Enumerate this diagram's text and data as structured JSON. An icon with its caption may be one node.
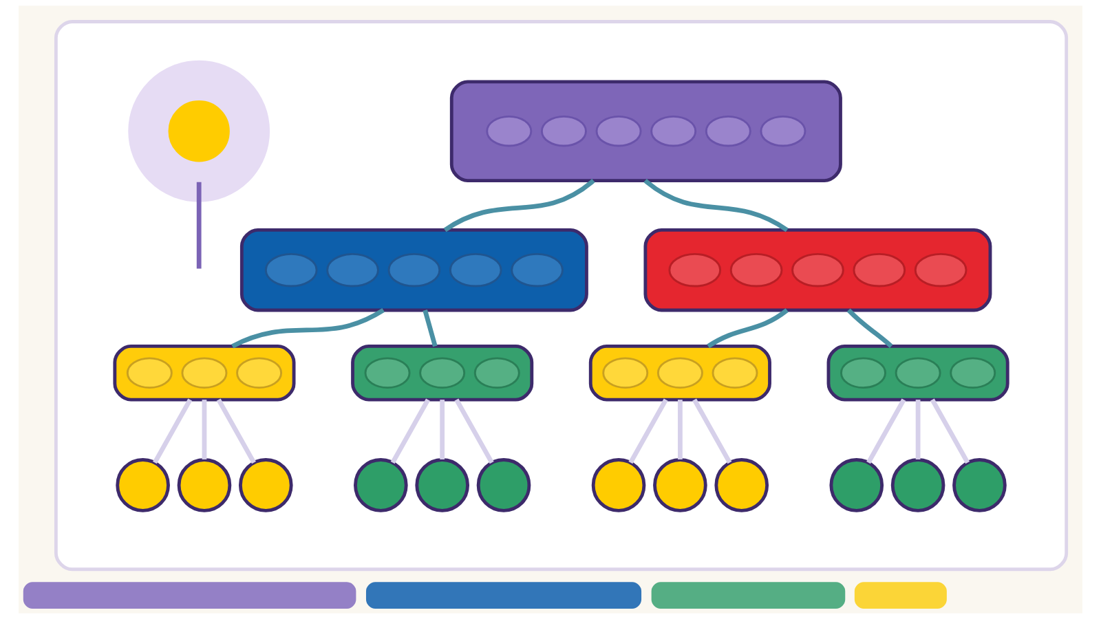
{
  "diagram": {
    "nodes": [
      {
        "text": [],
        "shape": "box"
      },
      {
        "text": [],
        "shape": "box",
        "in": 0
      },
      {
        "text": [],
        "shape": "ellipse",
        "in": 1
      },
      {
        "text": [],
        "shape": "ellipse",
        "in": 1
      },
      {
        "text": [],
        "shape": "ellipse",
        "in": 1
      },
      {
        "text": [],
        "shape": "ellipse",
        "in": 1
      },
      {
        "text": [],
        "shape": "ellipse",
        "in": 1
      },
      {
        "text": [],
        "shape": "ellipse",
        "in": 1
      },
      {
        "text": [],
        "shape": "box",
        "in": 0
      },
      {
        "text": [],
        "shape": "ellipse",
        "in": 8
      },
      {
        "text": [],
        "shape": "ellipse",
        "in": 8
      },
      {
        "text": [],
        "shape": "ellipse",
        "in": 8
      },
      {
        "text": [],
        "shape": "ellipse",
        "in": 8
      },
      {
        "text": [],
        "shape": "ellipse",
        "in": 8
      },
      {
        "text": [],
        "shape": "box",
        "in": 0
      },
      {
        "text": [],
        "shape": "ellipse",
        "in": 14
      },
      {
        "text": [],
        "shape": "ellipse",
        "in": 14
      },
      {
        "text": [],
        "shape": "ellipse",
        "in": 14
      },
      {
        "text": [],
        "shape": "ellipse",
        "in": 14
      },
      {
        "text": [],
        "shape": "ellipse",
        "in": 14
      },
      {
        "text": [],
        "shape": "box",
        "in": 0
      },
      {
        "text": [],
        "shape": "ellipse",
        "in": 20
      },
      {
        "text": [],
        "shape": "ellipse",
        "in": 20
      },
      {
        "text": [],
        "shape": "ellipse",
        "in": 20
      },
      {
        "text": [],
        "shape": "box",
        "in": 0
      },
      {
        "text": [],
        "shape": "ellipse",
        "in": 24
      },
      {
        "text": [],
        "shape": "ellipse",
        "in": 24
      },
      {
        "text": [],
        "shape": "ellipse",
        "in": 24
      },
      {
        "text": [],
        "shape": "box",
        "in": 0
      },
      {
        "text": [],
        "shape": "ellipse",
        "in": 28
      },
      {
        "text": [],
        "shape": "ellipse",
        "in": 28
      },
      {
        "text": [],
        "shape": "ellipse",
        "in": 28
      },
      {
        "text": [],
        "shape": "box",
        "in": 0
      },
      {
        "text": [],
        "shape": "ellipse",
        "in": 32
      },
      {
        "text": [],
        "shape": "ellipse",
        "in": 32
      },
      {
        "text": [],
        "shape": "ellipse",
        "in": 32
      },
      {
        "text": [],
        "shape": "circle",
        "in": 0
      },
      {
        "text": [],
        "shape": "circle",
        "in": 0
      },
      {
        "text": [],
        "shape": "circle",
        "in": 0
      },
      {
        "text": [],
        "shape": "circle",
        "in": 0
      },
      {
        "text": [],
        "shape": "circle",
        "in": 0
      },
      {
        "text": [],
        "shape": "circle",
        "in": 0
      },
      {
        "text": [],
        "shape": "circle",
        "in": 0
      },
      {
        "text": [],
        "shape": "circle",
        "in": 0
      },
      {
        "text": [],
        "shape": "circle",
        "in": 0
      },
      {
        "text": [],
        "shape": "circle",
        "in": 0
      },
      {
        "text": [],
        "shape": "circle",
        "in": 0
      },
      {
        "text": [],
        "shape": "circle",
        "in": 0
      },
      {
        "text": [],
        "shape": "circle",
        "in": 0
      },
      {
        "text": [],
        "shape": "bar"
      },
      {
        "text": [],
        "shape": "bar"
      },
      {
        "text": [],
        "shape": "bar"
      },
      {
        "text": [],
        "shape": "bar"
      }
    ],
    "edges": [
      {
        "from": 1,
        "to": 8,
        "arrow": "none",
        "color": "#4a90a4"
      },
      {
        "from": 1,
        "to": 14,
        "arrow": "none",
        "color": "#4a90a4"
      },
      {
        "from": 8,
        "to": 20,
        "arrow": "none",
        "color": "#4a90a4"
      },
      {
        "from": 8,
        "to": 24,
        "arrow": "none",
        "color": "#4a90a4"
      },
      {
        "from": 14,
        "to": 28,
        "arrow": "none",
        "color": "#4a90a4"
      },
      {
        "from": 14,
        "to": 32,
        "arrow": "none",
        "color": "#4a90a4"
      },
      {
        "from": 20,
        "to": 36,
        "arrow": "none"
      },
      {
        "from": 20,
        "to": 37,
        "arrow": "none"
      },
      {
        "from": 20,
        "to": 38,
        "arrow": "none"
      },
      {
        "from": 24,
        "to": 39,
        "arrow": "none"
      },
      {
        "from": 24,
        "to": 40,
        "arrow": "none"
      },
      {
        "from": 24,
        "to": 41,
        "arrow": "none"
      },
      {
        "from": 28,
        "to": 42,
        "arrow": "none"
      },
      {
        "from": 28,
        "to": 43,
        "arrow": "none"
      },
      {
        "from": 28,
        "to": 44,
        "arrow": "none"
      },
      {
        "from": 32,
        "to": 45,
        "arrow": "none"
      },
      {
        "from": 32,
        "to": 46,
        "arrow": "none"
      },
      {
        "from": 32,
        "to": 47,
        "arrow": "none"
      },
      {
        "from": 48,
        "to": null,
        "arrow": "none",
        "color": "#7b63b5"
      }
    ]
  }
}
